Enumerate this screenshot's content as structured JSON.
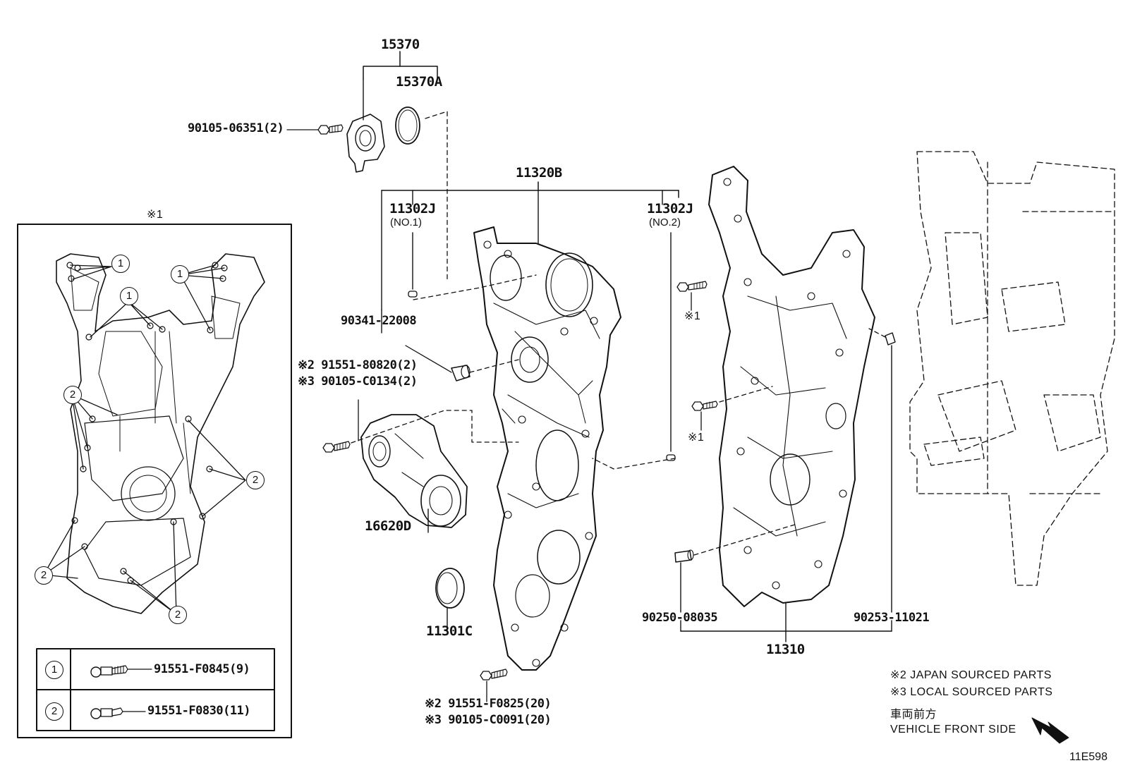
{
  "parts": {
    "p15370": "15370",
    "p15370A": "15370A",
    "bolt_90105_06351": "90105-06351(2)",
    "p11320B": "11320B",
    "p11302J_left": "11302J",
    "p11302J_left_sub": "(NO.1)",
    "p11302J_right": "11302J",
    "p11302J_right_sub": "(NO.2)",
    "p90341": "90341-22008",
    "bolt_a_jp": "※2 91551-80820(2)",
    "bolt_a_local": "※3 90105-C0134(2)",
    "p16620D": "16620D",
    "p11301C": "11301C",
    "bolt_b_jp": "※2 91551-F0825(20)",
    "bolt_b_local": "※3 90105-C0091(20)",
    "p90250": "90250-08035",
    "p90253": "90253-11021",
    "p11310": "11310",
    "ref1_upper": "※1",
    "ref1_lower": "※1"
  },
  "inset": {
    "title": "※1",
    "callout_1": "1",
    "callout_2": "2",
    "legend": [
      {
        "num": "1",
        "part": "91551-F0845(9)"
      },
      {
        "num": "2",
        "part": "91551-F0830(11)"
      }
    ]
  },
  "notes": {
    "japan": "※2 JAPAN SOURCED PARTS",
    "local": "※3 LOCAL SOURCED PARTS",
    "front_jp": "車両前方",
    "front_en": "VEHICLE FRONT SIDE"
  },
  "diagram_code": "11E598"
}
